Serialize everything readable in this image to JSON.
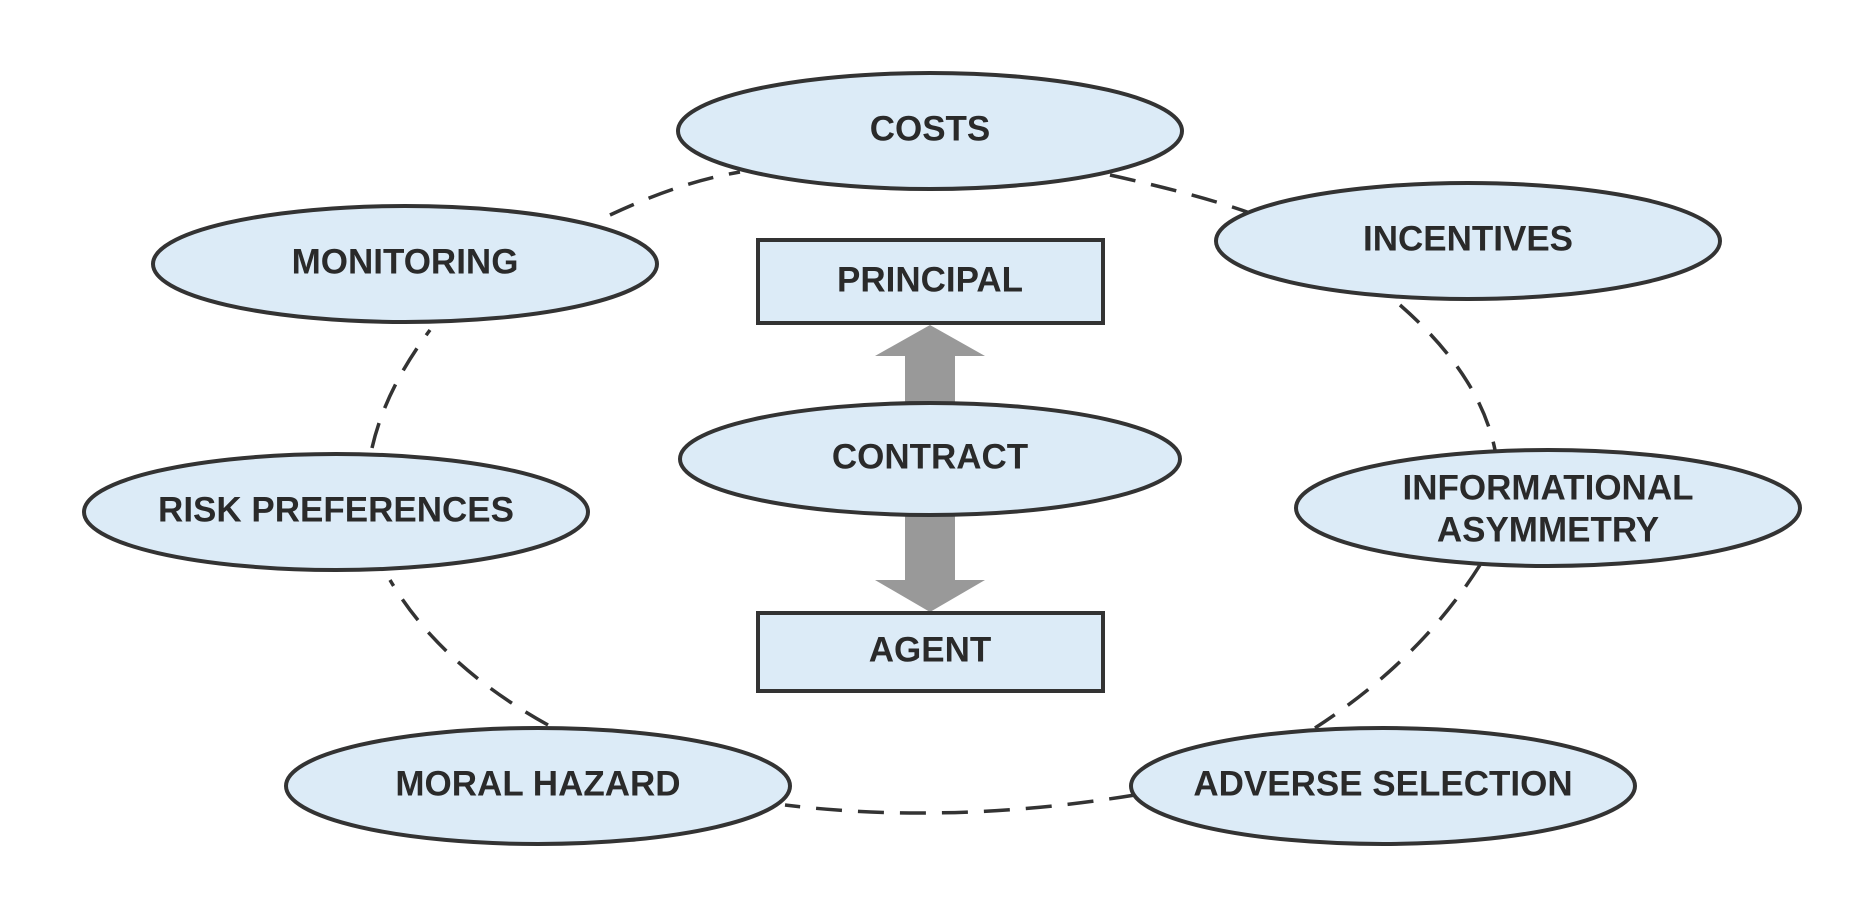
{
  "colors": {
    "node_fill": "#dcebf7",
    "stroke": "#333333",
    "arrow": "#999999",
    "text": "#2a2a2a"
  },
  "center": {
    "principal": "PRINCIPAL",
    "contract": "CONTRACT",
    "agent": "AGENT",
    "arrows": "double-headed"
  },
  "ring": {
    "connector_style": "dashed",
    "nodes": {
      "costs": "COSTS",
      "incentives": "INCENTIVES",
      "informational_asymmetry": [
        "INFORMATIONAL",
        "ASYMMETRY"
      ],
      "adverse_selection": "ADVERSE SELECTION",
      "moral_hazard": "MORAL HAZARD",
      "risk_preferences": "RISK PREFERENCES",
      "monitoring": "MONITORING"
    }
  }
}
